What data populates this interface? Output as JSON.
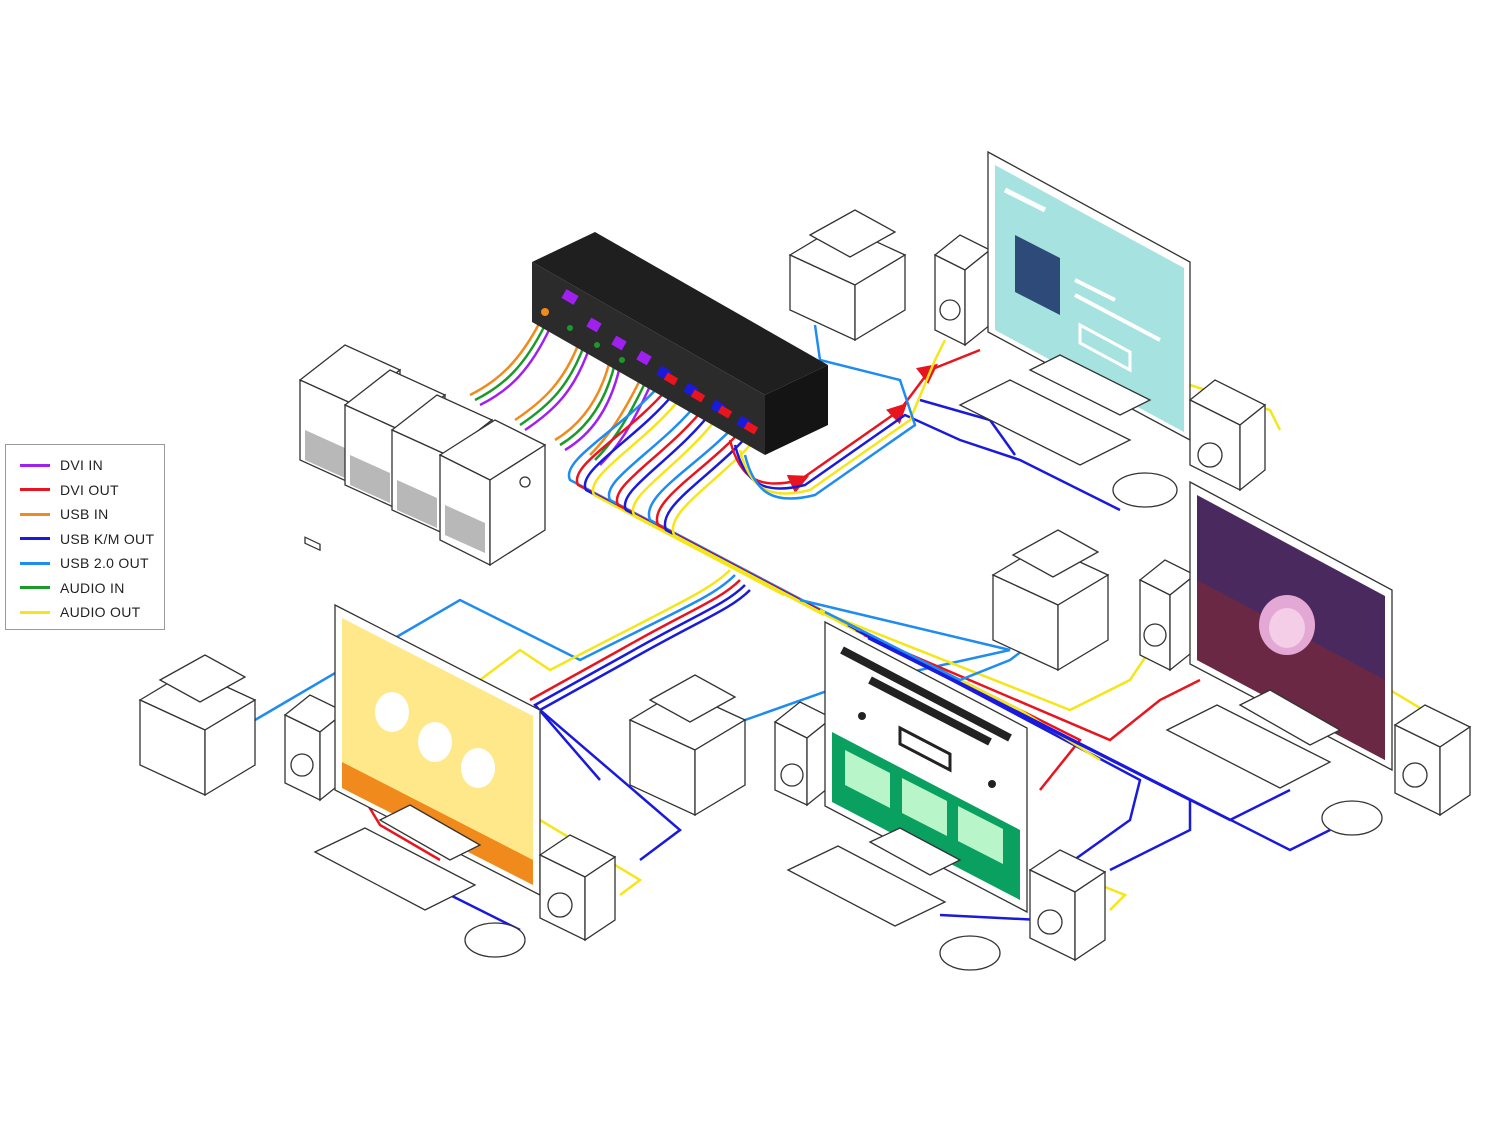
{
  "legend": {
    "items": [
      {
        "label": "DVI IN",
        "color": "#a020f0"
      },
      {
        "label": "DVI OUT",
        "color": "#e8141e"
      },
      {
        "label": "USB IN",
        "color": "#f08a1c"
      },
      {
        "label": "USB K/M OUT",
        "color": "#1a1adc"
      },
      {
        "label": "USB 2.0 OUT",
        "color": "#1e8cf0"
      },
      {
        "label": "AUDIO IN",
        "color": "#1a9a28"
      },
      {
        "label": "AUDIO OUT",
        "color": "#f5e61a"
      }
    ]
  },
  "colors": {
    "kvm_body": "#2b2b2b",
    "screen_cyan": "#a6e3e0",
    "screen_purple_top": "#4a2a5e",
    "screen_purple_bottom": "#6a2844",
    "screen_yellow": "#ffe88a",
    "screen_orange": "#f08a1c",
    "screen_green": "#0aa060"
  },
  "components": {
    "kvm_switch": "kvm-switch",
    "computers": 4,
    "workstations": 4
  }
}
